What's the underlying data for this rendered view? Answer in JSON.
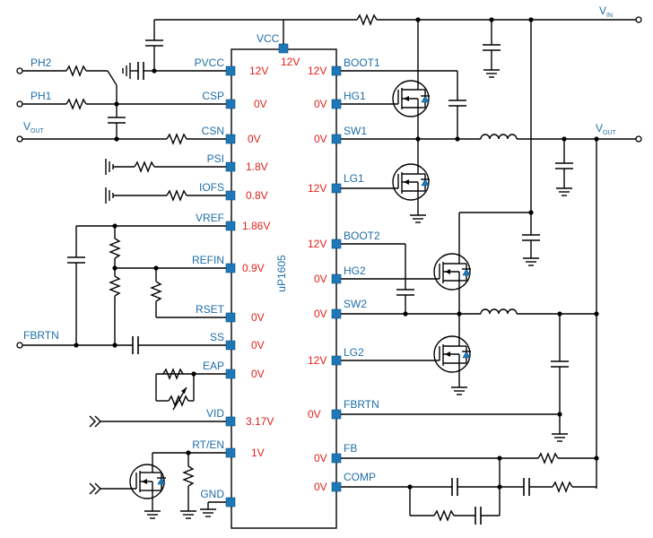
{
  "chip": {
    "name": "uP1605",
    "left_pins": [
      {
        "label": "PVCC",
        "voltage": "12V"
      },
      {
        "label": "CSP",
        "voltage": "0V"
      },
      {
        "label": "CSN",
        "voltage": "0V"
      },
      {
        "label": "PSI",
        "voltage": "1.8V"
      },
      {
        "label": "IOFS",
        "voltage": "0.8V"
      },
      {
        "label": "VREF",
        "voltage": "1.86V"
      },
      {
        "label": "REFIN",
        "voltage": "0.9V"
      },
      {
        "label": "RSET",
        "voltage": "0V"
      },
      {
        "label": "SS",
        "voltage": "0V"
      },
      {
        "label": "EAP",
        "voltage": "0V"
      },
      {
        "label": "VID",
        "voltage": "3.17V"
      },
      {
        "label": "RT/EN",
        "voltage": "1V"
      },
      {
        "label": "GND",
        "voltage": ""
      }
    ],
    "right_pins": [
      {
        "label": "BOOT1",
        "voltage": "12V"
      },
      {
        "label": "HG1",
        "voltage": "0V"
      },
      {
        "label": "SW1",
        "voltage": "0V"
      },
      {
        "label": "LG1",
        "voltage": "12V"
      },
      {
        "label": "BOOT2",
        "voltage": "12V"
      },
      {
        "label": "HG2",
        "voltage": "0V"
      },
      {
        "label": "SW2",
        "voltage": "0V"
      },
      {
        "label": "LG2",
        "voltage": "12V"
      },
      {
        "label": "FBRTN",
        "voltage": "0V"
      },
      {
        "label": "FB",
        "voltage": "0V"
      },
      {
        "label": "COMP",
        "voltage": "0V"
      }
    ],
    "top_pin": {
      "label": "VCC",
      "voltage": "12V"
    }
  },
  "nets": {
    "ph2": "PH2",
    "ph1": "PH1",
    "vout_left_main": "V",
    "vout_left_sub": "OUT",
    "vin_main": "V",
    "vin_sub": "IN",
    "vout_right_main": "V",
    "vout_right_sub": "OUT",
    "fbrtn": "FBRTN"
  },
  "colors": {
    "pin_square": "#1e78b8",
    "pin_label": "#1e6ea8",
    "voltage_label": "#e0211b",
    "wire": "#000000"
  }
}
